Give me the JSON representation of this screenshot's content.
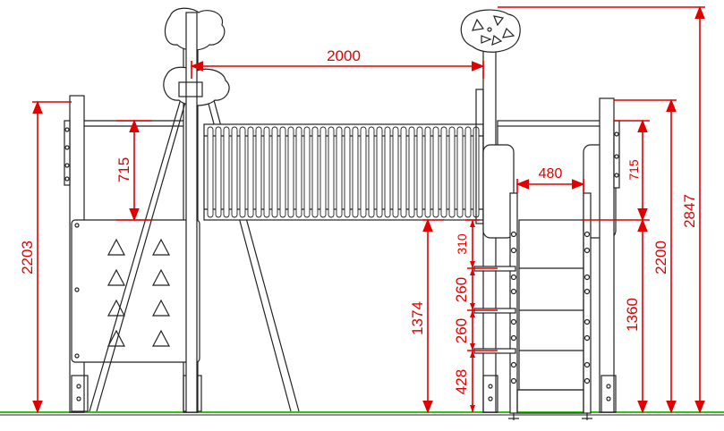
{
  "diagram": {
    "title": "",
    "colors": {
      "dimension": "#e10000",
      "ground": "#2fc40f",
      "structure": "#222222"
    },
    "dimensions": {
      "tunnel_length": "2000",
      "left_platform_height": "2203",
      "left_rail_height": "715",
      "tunnel_floor_height": "1374",
      "step_1": "310",
      "step_2": "260",
      "step_3": "260",
      "step_4": "428",
      "ladder_width": "480",
      "right_rail_height": "715",
      "right_post_height": "2200",
      "right_platform_height": "1360",
      "total_height": "2847"
    }
  }
}
